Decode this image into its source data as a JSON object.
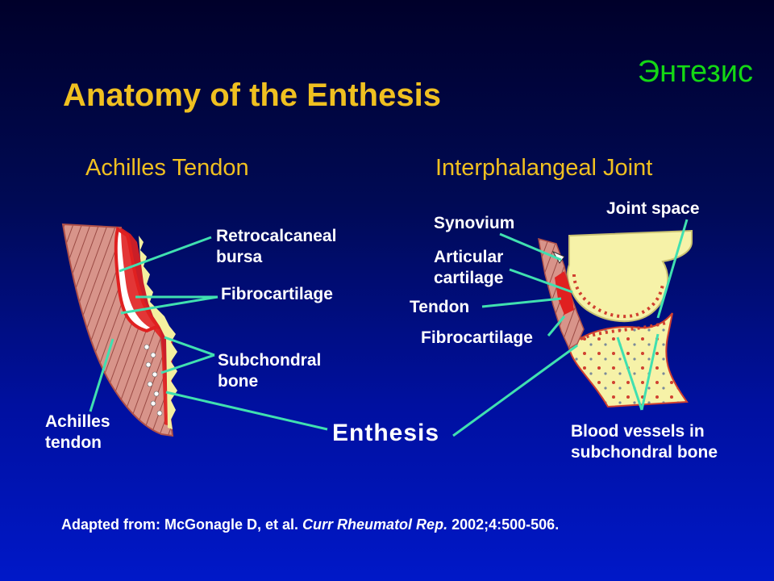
{
  "slide": {
    "russian_title": "Энтезис",
    "title": "Anatomy of the Enthesis",
    "left_heading": "Achilles Tendon",
    "right_heading": "Interphalangeal Joint",
    "labels": {
      "retrocalcaneal_bursa": "Retrocalcaneal bursa",
      "fibrocartilage_left": "Fibrocartilage",
      "subchondral_bone": "Subchondral bone",
      "achilles_tendon": "Achilles tendon",
      "enthesis": "Enthesis",
      "synovium": "Synovium",
      "joint_space": "Joint space",
      "articular_cartilage": "Articular cartilage",
      "tendon": "Tendon",
      "fibrocartilage_right": "Fibrocartilage",
      "blood_vessels": "Blood vessels in subchondral bone"
    },
    "citation": {
      "prefix": "Adapted from: McGonagle D, et al.",
      "journal": "Curr Rheumatol Rep.",
      "suffix": "2002;4:500-506."
    }
  },
  "colors": {
    "background_top": "#00002a",
    "background_bottom": "#0018c8",
    "title_yellow": "#f0c020",
    "russian_title_green": "#14d814",
    "pointer_line": "#40e0b0",
    "tendon_pink": "#d88a80",
    "fibrocartilage_red": "#e02020",
    "bone_yellow": "#f4f0a0",
    "bursa_white": "#ffffff"
  }
}
